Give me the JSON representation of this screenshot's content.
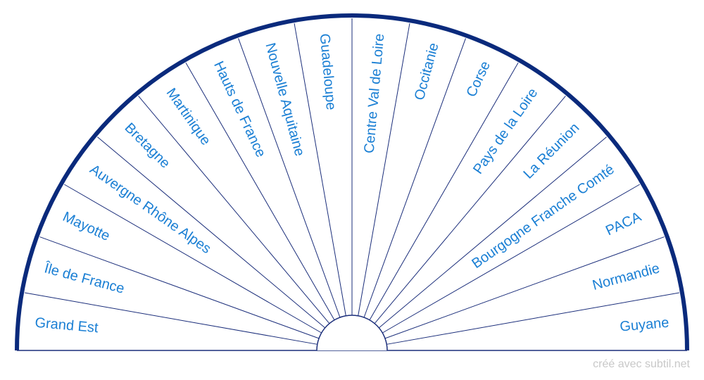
{
  "sectors": [
    "Grand Est",
    "Île de France",
    "Mayotte",
    "Auvergne Rhône Alpes",
    "Bretagne",
    "Martinique",
    "Hauts de France",
    "Nouvelle Aquitaine",
    "Guadeloupe",
    "Centre Val de Loire",
    "Occitanie",
    "Corse",
    "Pays de la Loire",
    "La Réunion",
    "Bourgogne Franche Comté",
    "PACA",
    "Normandie",
    "Guyane"
  ],
  "credit": "créé avec subtil.net",
  "colors": {
    "rim": "#0a2a7c",
    "lines": "#1a2d7a",
    "label": "#1a7fd4",
    "credit": "#c8c8c8",
    "background": "#ffffff"
  }
}
